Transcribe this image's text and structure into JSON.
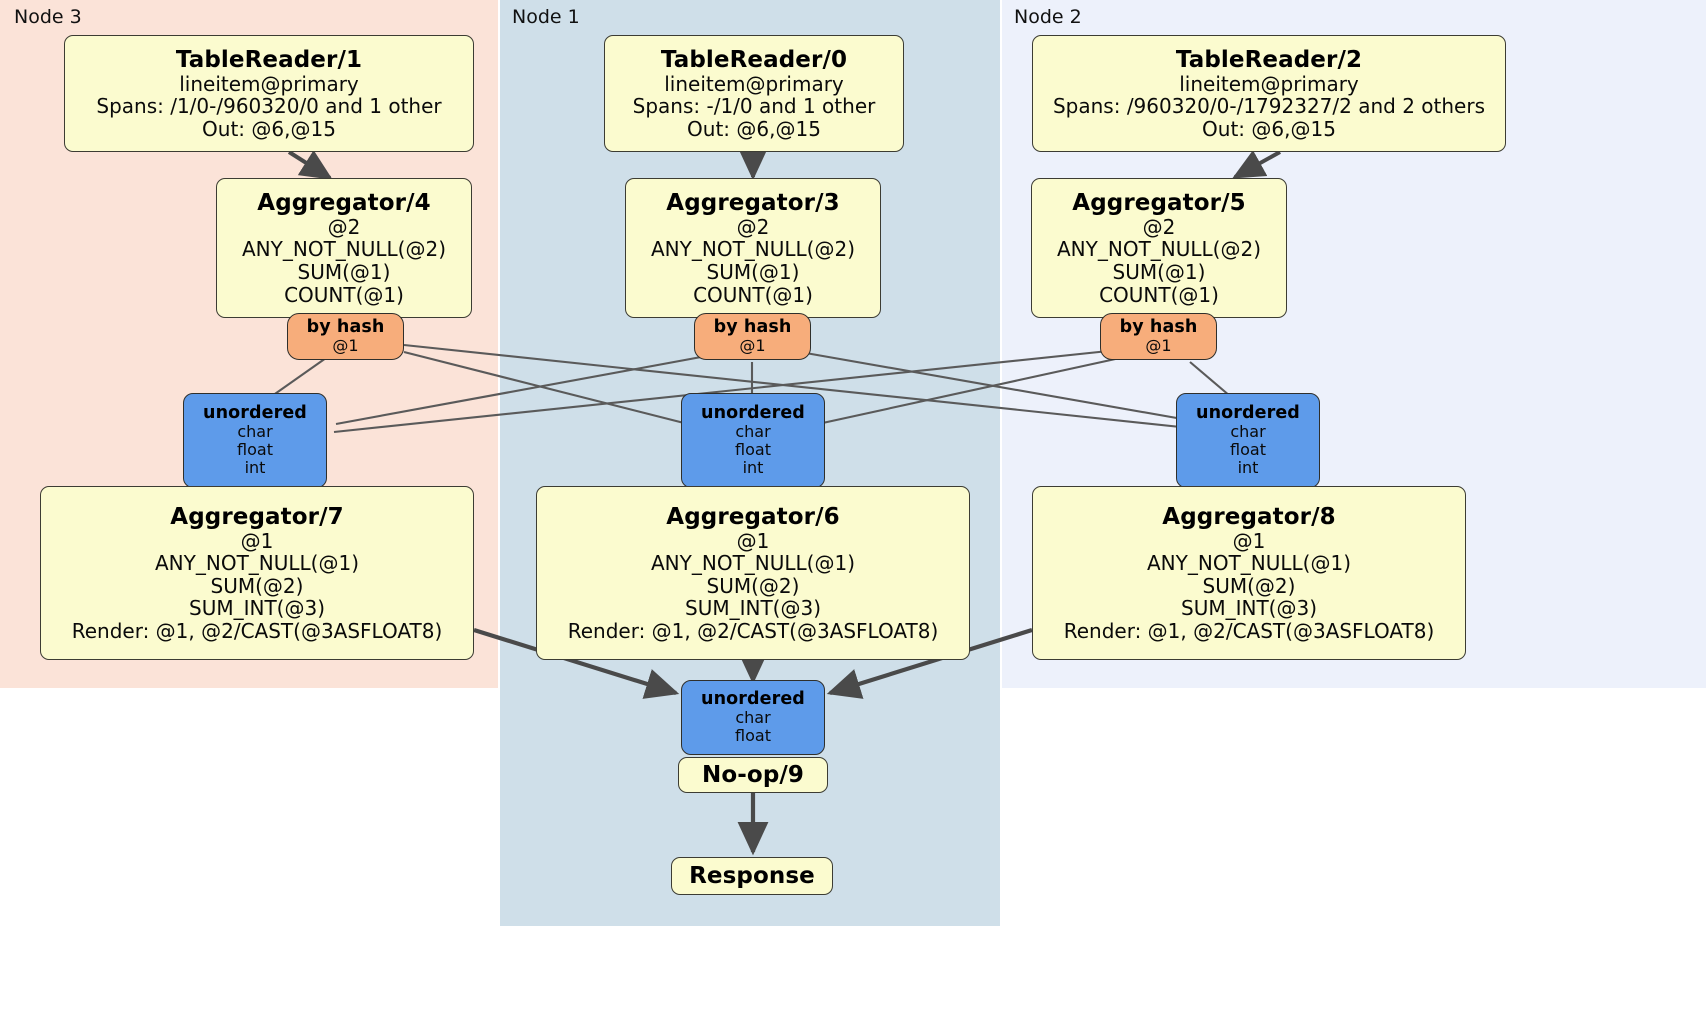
{
  "diagram": {
    "kind": "distributed-query-plan",
    "panels": [
      {
        "id": "node3",
        "label": "Node 3",
        "color": "#fbe3d8"
      },
      {
        "id": "node1",
        "label": "Node 1",
        "color": "#cfdfe9"
      },
      {
        "id": "node2",
        "label": "Node 2",
        "color": "#edf1fb"
      }
    ],
    "boxes": [
      {
        "id": "tablereader1",
        "kind": "processor",
        "title": "TableReader/1",
        "lines": [
          "lineitem@primary",
          "Spans: /1/0-/960320/0 and 1 other",
          "Out: @6,@15"
        ]
      },
      {
        "id": "tablereader0",
        "kind": "processor",
        "title": "TableReader/0",
        "lines": [
          "lineitem@primary",
          "Spans: -/1/0 and 1 other",
          "Out: @6,@15"
        ]
      },
      {
        "id": "tablereader2",
        "kind": "processor",
        "title": "TableReader/2",
        "lines": [
          "lineitem@primary",
          "Spans: /960320/0-/1792327/2 and 2 others",
          "Out: @6,@15"
        ]
      },
      {
        "id": "aggregator4",
        "kind": "processor",
        "title": "Aggregator/4",
        "lines": [
          "@2",
          "ANY_NOT_NULL(@2)",
          "SUM(@1)",
          "COUNT(@1)"
        ]
      },
      {
        "id": "aggregator3",
        "kind": "processor",
        "title": "Aggregator/3",
        "lines": [
          "@2",
          "ANY_NOT_NULL(@2)",
          "SUM(@1)",
          "COUNT(@1)"
        ]
      },
      {
        "id": "aggregator5",
        "kind": "processor",
        "title": "Aggregator/5",
        "lines": [
          "@2",
          "ANY_NOT_NULL(@2)",
          "SUM(@1)",
          "COUNT(@1)"
        ]
      },
      {
        "id": "byhash4",
        "kind": "router",
        "title": "by hash",
        "lines": [
          "@1"
        ]
      },
      {
        "id": "byhash3",
        "kind": "router",
        "title": "by hash",
        "lines": [
          "@1"
        ]
      },
      {
        "id": "byhash5",
        "kind": "router",
        "title": "by hash",
        "lines": [
          "@1"
        ]
      },
      {
        "id": "unordered7",
        "kind": "sync",
        "title": "unordered",
        "lines": [
          "char",
          "float",
          "int"
        ]
      },
      {
        "id": "unordered6",
        "kind": "sync",
        "title": "unordered",
        "lines": [
          "char",
          "float",
          "int"
        ]
      },
      {
        "id": "unordered8",
        "kind": "sync",
        "title": "unordered",
        "lines": [
          "char",
          "float",
          "int"
        ]
      },
      {
        "id": "aggregator7",
        "kind": "processor",
        "title": "Aggregator/7",
        "lines": [
          "@1",
          "ANY_NOT_NULL(@1)",
          "SUM(@2)",
          "SUM_INT(@3)",
          "Render: @1, @2/CAST(@3ASFLOAT8)"
        ]
      },
      {
        "id": "aggregator6",
        "kind": "processor",
        "title": "Aggregator/6",
        "lines": [
          "@1",
          "ANY_NOT_NULL(@1)",
          "SUM(@2)",
          "SUM_INT(@3)",
          "Render: @1, @2/CAST(@3ASFLOAT8)"
        ]
      },
      {
        "id": "aggregator8",
        "kind": "processor",
        "title": "Aggregator/8",
        "lines": [
          "@1",
          "ANY_NOT_NULL(@1)",
          "SUM(@2)",
          "SUM_INT(@3)",
          "Render: @1, @2/CAST(@3ASFLOAT8)"
        ]
      },
      {
        "id": "unordered9",
        "kind": "sync",
        "title": "unordered",
        "lines": [
          "char",
          "float"
        ]
      },
      {
        "id": "noop9",
        "kind": "processor",
        "title": "No-op/9",
        "lines": []
      },
      {
        "id": "response",
        "kind": "processor",
        "title": "Response",
        "lines": []
      }
    ],
    "colors": {
      "processor_fill": "#fbfbcf",
      "router_fill": "#f7ad7b",
      "sync_fill": "#5e9bea",
      "node3_panel": "#fbe3d8",
      "node1_panel": "#cfdfe9",
      "node2_panel": "#edf1fb",
      "edge_stroke": "#4a4a4a",
      "thin_edge_stroke": "#5a5a5a"
    }
  }
}
